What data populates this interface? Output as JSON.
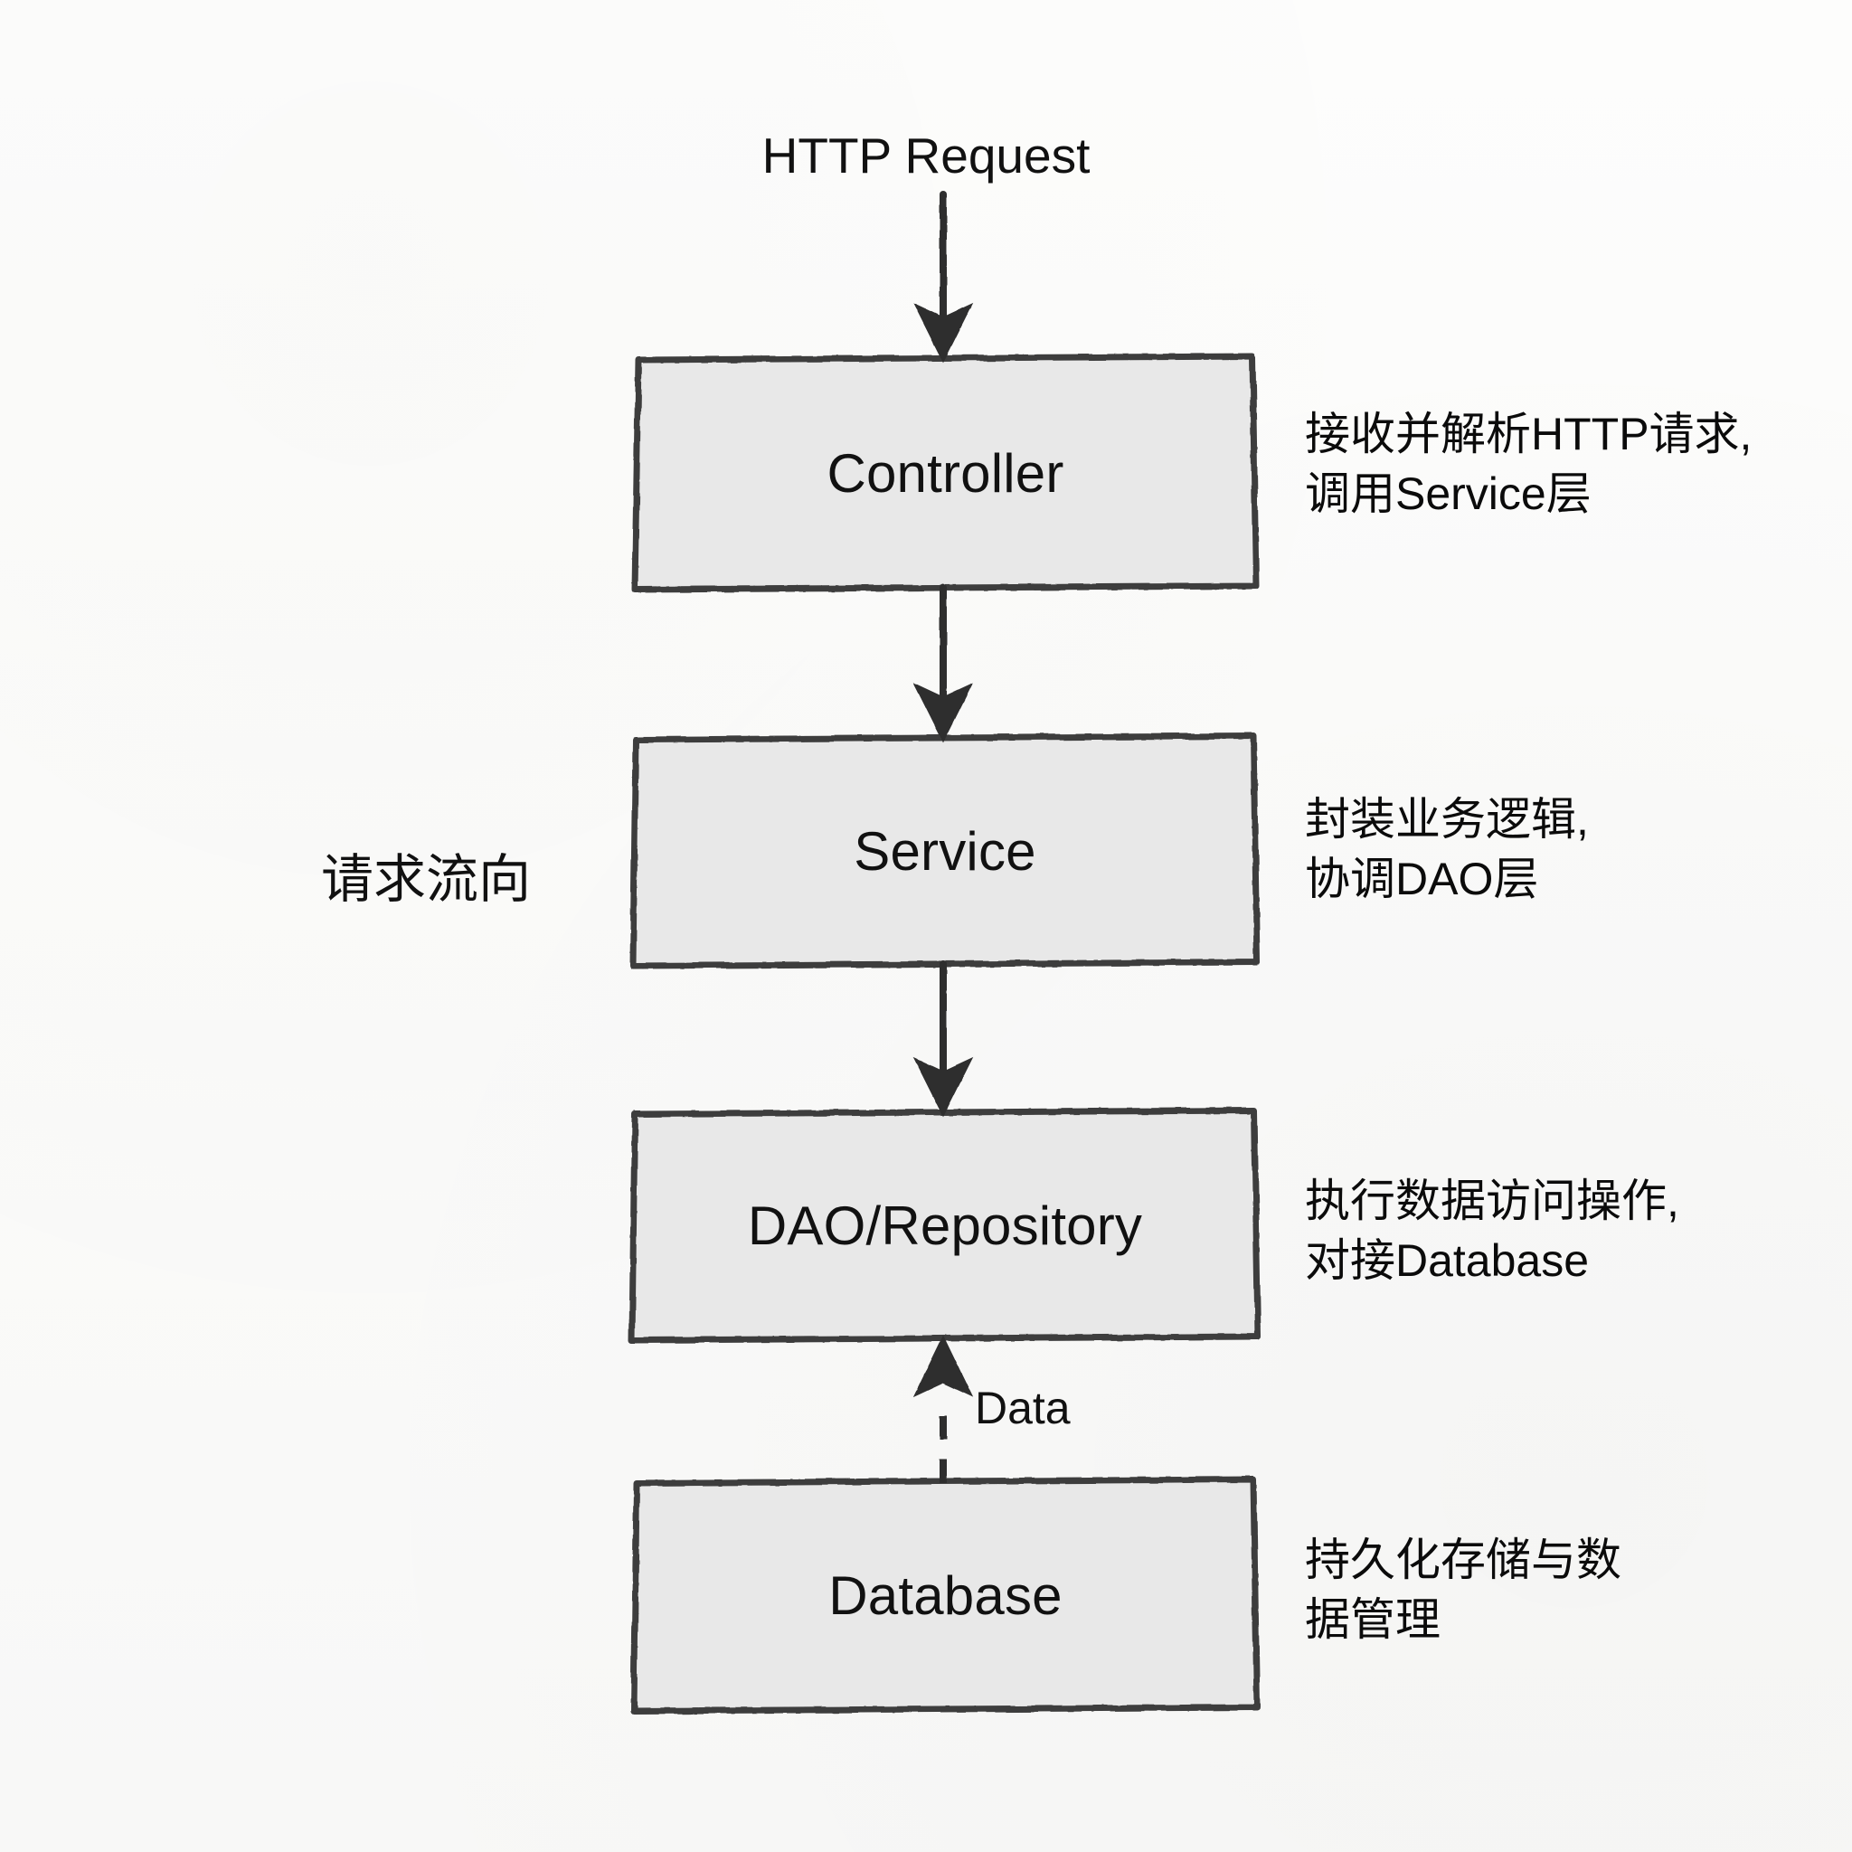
{
  "diagram": {
    "title": "HTTP Request",
    "flow_label": "请求流向",
    "background_color": "#fbfbfa",
    "box_fill_color": "#e8e8e8",
    "stroke_color": "#3a3a3a",
    "nodes": [
      {
        "id": "controller",
        "label": "Controller",
        "annotation": "接收并解析HTTP请求,\n调用Service层"
      },
      {
        "id": "service",
        "label": "Service",
        "annotation": "封装业务逻辑,\n协调DAO层"
      },
      {
        "id": "dao",
        "label": "DAO/Repository",
        "annotation": "执行数据访问操作,\n对接Database"
      },
      {
        "id": "database",
        "label": "Database",
        "annotation": "持久化存储与数\n据管理"
      }
    ],
    "edges": [
      {
        "id": "request-to-controller",
        "label": "",
        "style": "solid",
        "direction": "down"
      },
      {
        "id": "controller-to-service",
        "label": "",
        "style": "solid",
        "direction": "down"
      },
      {
        "id": "service-to-dao",
        "label": "",
        "style": "solid",
        "direction": "down"
      },
      {
        "id": "database-to-dao",
        "label": "Data",
        "style": "dashed",
        "direction": "up"
      }
    ]
  }
}
